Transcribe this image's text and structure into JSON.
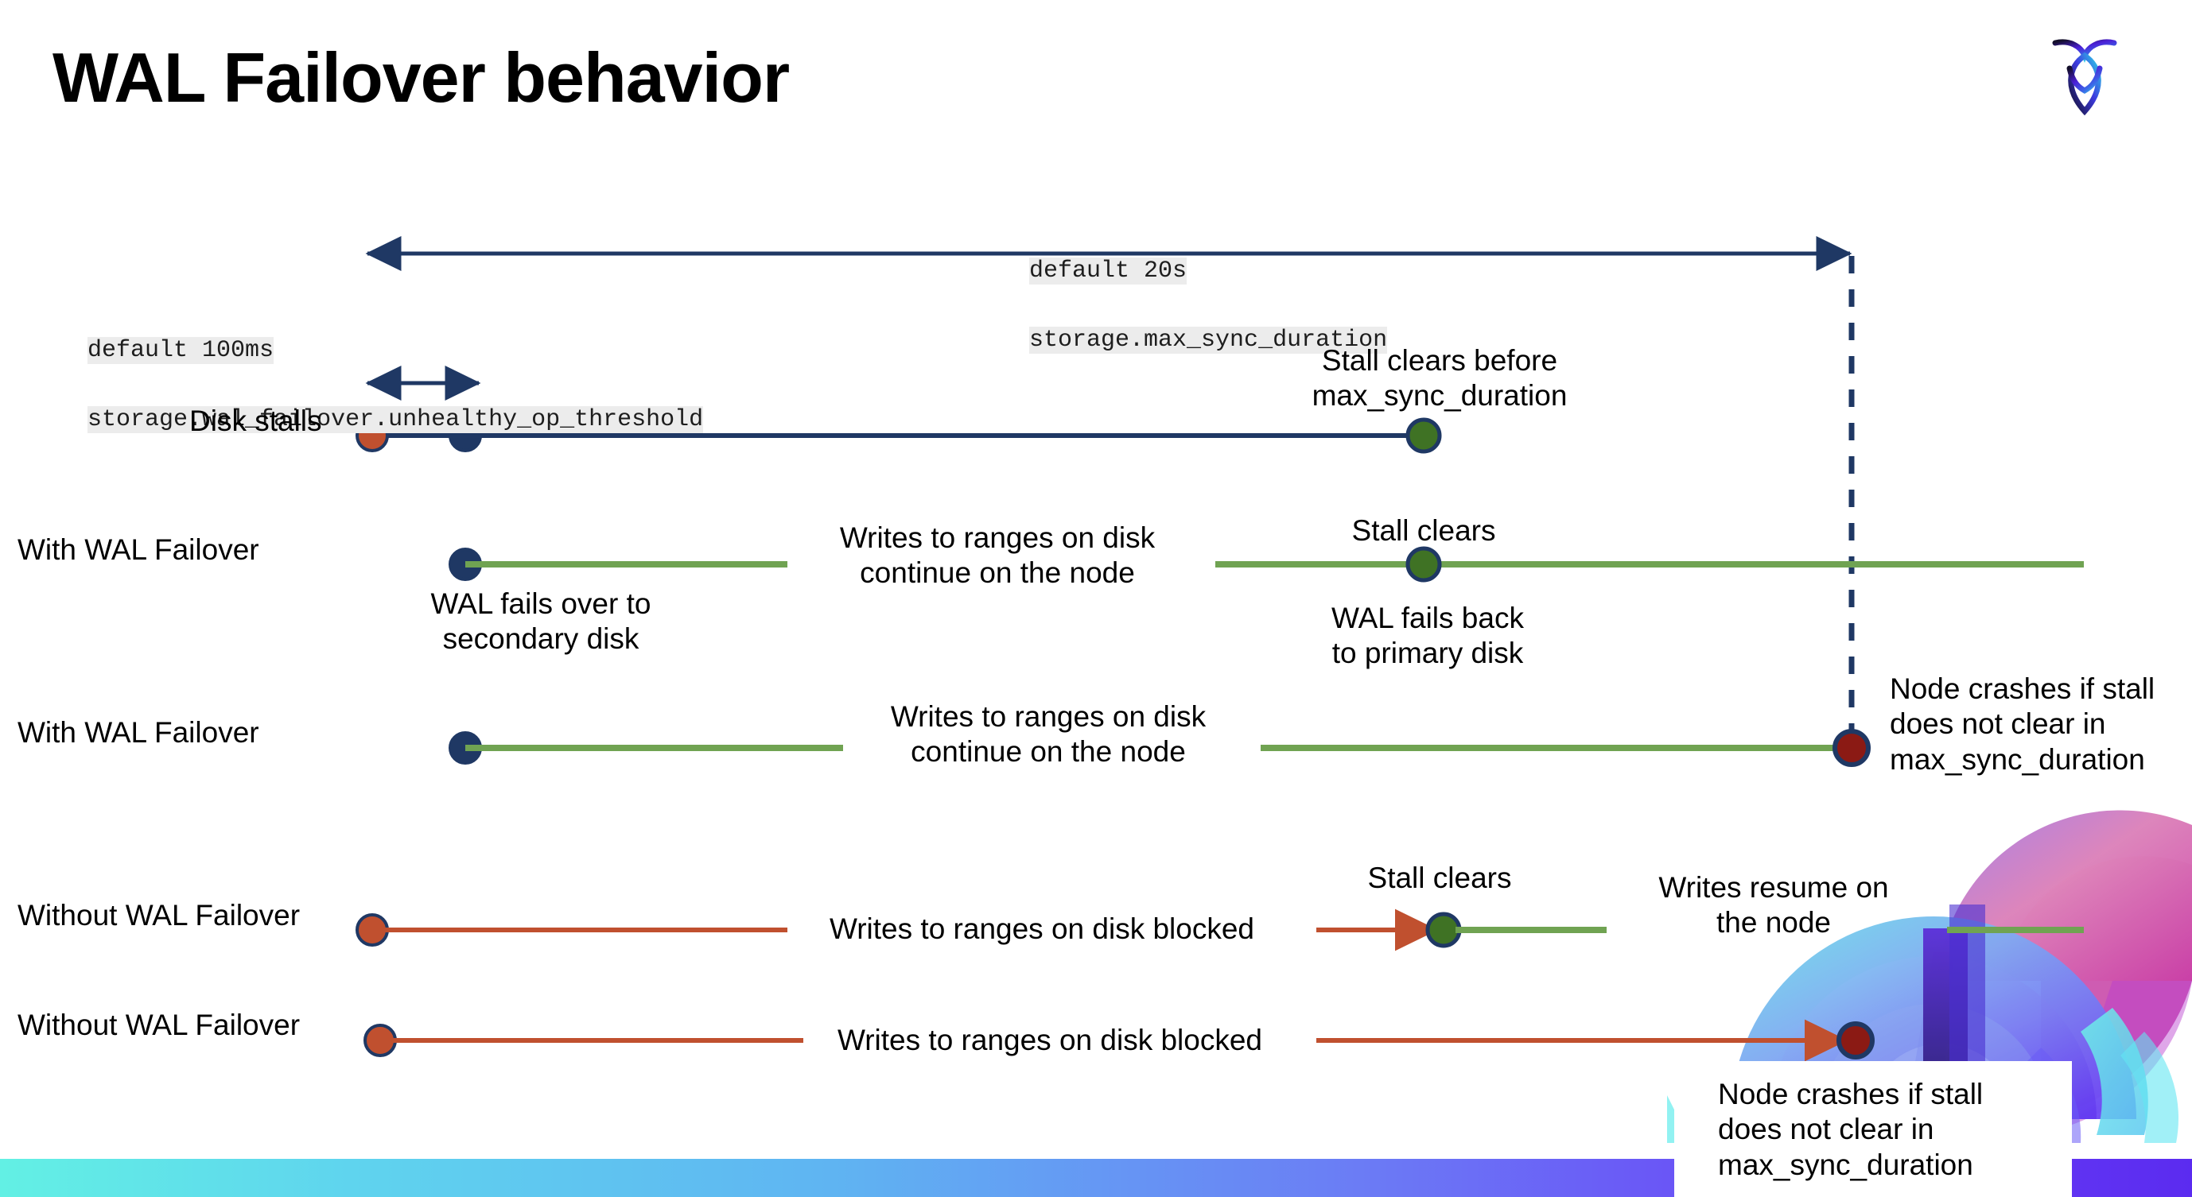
{
  "slide": {
    "title": "WAL Failover behavior",
    "logo_name": "cockroachdb-logo"
  },
  "settings": {
    "max_sync": {
      "default_label": "default 20s",
      "setting_name": "storage.max_sync_duration"
    },
    "unhealthy_op": {
      "default_label": "default 100ms",
      "setting_name": "storage.wal_failover.unhealthy_op_threshold"
    }
  },
  "rows": [
    {
      "id": "disk-stalls",
      "label": "Disk stalls",
      "notes": [
        "Stall clears before\nmax_sync_duration"
      ]
    },
    {
      "id": "with-wal-failover-clears",
      "label": "With WAL Failover",
      "notes": [
        "Writes to ranges on disk\ncontinue on the node",
        "Stall clears",
        "WAL fails over to\nsecondary disk",
        "WAL fails  back\nto primary disk"
      ]
    },
    {
      "id": "with-wal-failover-crash",
      "label": "With WAL Failover",
      "notes": [
        "Writes to ranges on disk\ncontinue on the node",
        "Node crashes if stall\ndoes not clear in\nmax_sync_duration"
      ]
    },
    {
      "id": "without-wal-failover-clears",
      "label": "Without WAL Failover",
      "notes": [
        "Writes to ranges on disk  blocked",
        "Stall clears",
        "Writes resume on\nthe node"
      ]
    },
    {
      "id": "without-wal-failover-crash",
      "label": "Without WAL Failover",
      "notes": [
        "Writes to ranges on disk  blocked",
        "Node crashes if stall\ndoes not clear in\nmax_sync_duration"
      ]
    }
  ],
  "text": {
    "disk_stalls_label": "Disk stalls",
    "with_wal_failover_1": "With WAL Failover",
    "with_wal_failover_2": "With WAL Failover",
    "without_wal_failover_1": "Without WAL Failover",
    "without_wal_failover_2": "Without WAL Failover",
    "stall_clears_before": "Stall clears before\nmax_sync_duration",
    "writes_continue_1": "Writes to ranges on disk\ncontinue on the node",
    "writes_continue_2": "Writes to ranges on disk\ncontinue on the node",
    "stall_clears_1": "Stall clears",
    "stall_clears_2": "Stall clears",
    "wal_fails_over": "WAL fails over to\nsecondary disk",
    "wal_fails_back": "WAL fails  back\nto primary disk",
    "node_crashes_1": "Node crashes if stall\ndoes not clear in\nmax_sync_duration",
    "node_crashes_2": "Node crashes if stall\ndoes not clear in\nmax_sync_duration",
    "writes_blocked_1": "Writes to ranges on disk  blocked",
    "writes_blocked_2": "Writes to ranges on disk  blocked",
    "writes_resume": "Writes resume on\nthe node"
  },
  "colors": {
    "navy": "#1F3864",
    "green_line": "#70A352",
    "green_dot": "#3F7224",
    "orange": "#C0502F",
    "dark_red": "#8B1A14",
    "code_bg": "#ececec",
    "bar_start": "#62F0E4",
    "bar_end": "#5B2BF0"
  }
}
